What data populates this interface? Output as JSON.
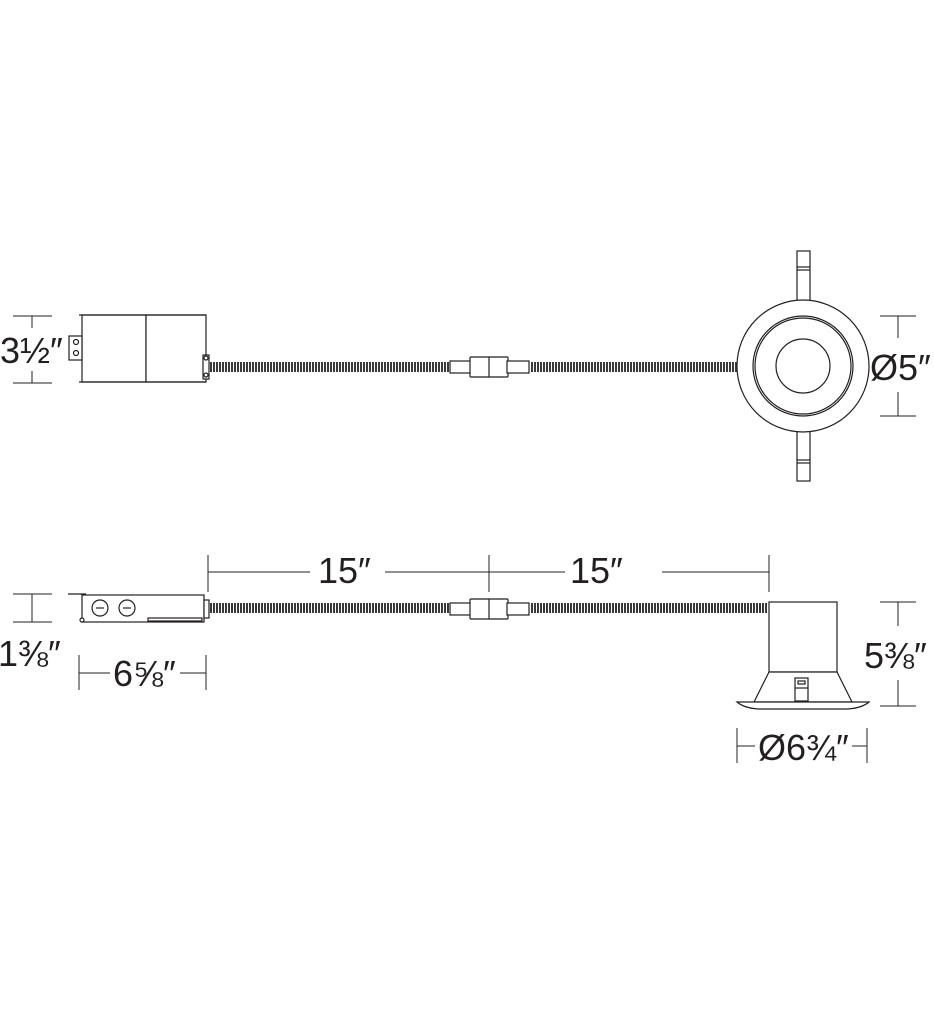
{
  "diagram": {
    "title": "Recessed downlight remodel housing dimension drawing",
    "colors": {
      "line": "#231f20",
      "background": "#ffffff",
      "conduit": "#3a3a3a"
    },
    "top_view": {
      "junction_box_height": "3½″",
      "trim_diameter": "Ø5″"
    },
    "side_view": {
      "conduit_length_left": "15″",
      "conduit_length_right": "15″",
      "junction_box_height": "1⅜″",
      "junction_box_length": "6⅝″",
      "housing_height": "5⅜″",
      "trim_diameter": "Ø6¾″"
    }
  }
}
